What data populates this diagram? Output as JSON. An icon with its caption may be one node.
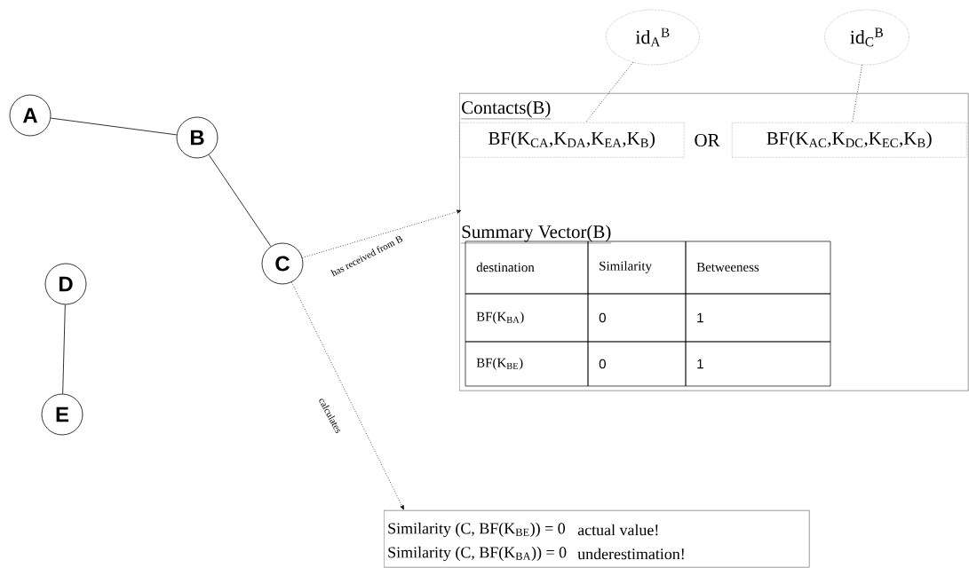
{
  "diagram": {
    "nodes": [
      {
        "text": [
          "A"
        ]
      },
      {
        "text": [
          "B"
        ]
      },
      {
        "text": [
          "C"
        ]
      },
      {
        "text": [
          "D"
        ]
      },
      {
        "text": [
          "E"
        ]
      },
      {
        "text": [
          "id$_{A}$$^{B}$"
        ]
      },
      {
        "text": [
          "id$_{C}$$^{B}$"
        ]
      },
      {
        "text": [
          "Contacts(B)",
          "Summary Vector(B)"
        ]
      },
      {
        "text": [
          "BF(K$_{CA}$,K$_{DA}$,K$_{EA}$,K$_{B}$)"
        ],
        "in": 7
      },
      {
        "text": [
          "BF(K$_{AC}$,K$_{DC}$,K$_{EC}$,K$_{B}$)"
        ],
        "in": 7
      },
      {
        "text": [
          "Similarity (C, BF(K$_{BE}$)) = 0",
          "actual value!",
          "Similarity (C, BF(K$_{BA}$)) = 0",
          "underestimation!"
        ]
      }
    ],
    "edges": [
      {
        "from": 0,
        "to": 1,
        "arrow": "none"
      },
      {
        "from": 1,
        "to": 2,
        "arrow": "none"
      },
      {
        "from": 3,
        "to": 4,
        "arrow": "none"
      },
      {
        "from": 2,
        "to": 7,
        "arrow": "to",
        "label": "has received from B",
        "style": "dashed"
      },
      {
        "from": 2,
        "to": 10,
        "arrow": "to",
        "label": "calculates",
        "style": "dashed"
      },
      {
        "from": 5,
        "to": 8,
        "arrow": "none",
        "style": "dashed"
      },
      {
        "from": 6,
        "to": 9,
        "arrow": "none",
        "style": "dashed"
      }
    ],
    "labels": [
      "OR",
      "destination",
      "Similarity",
      "Betweeness",
      "BF(K$_{BA}$)",
      "0",
      "1",
      "BF(K$_{BE}$)",
      "0",
      "1"
    ]
  }
}
